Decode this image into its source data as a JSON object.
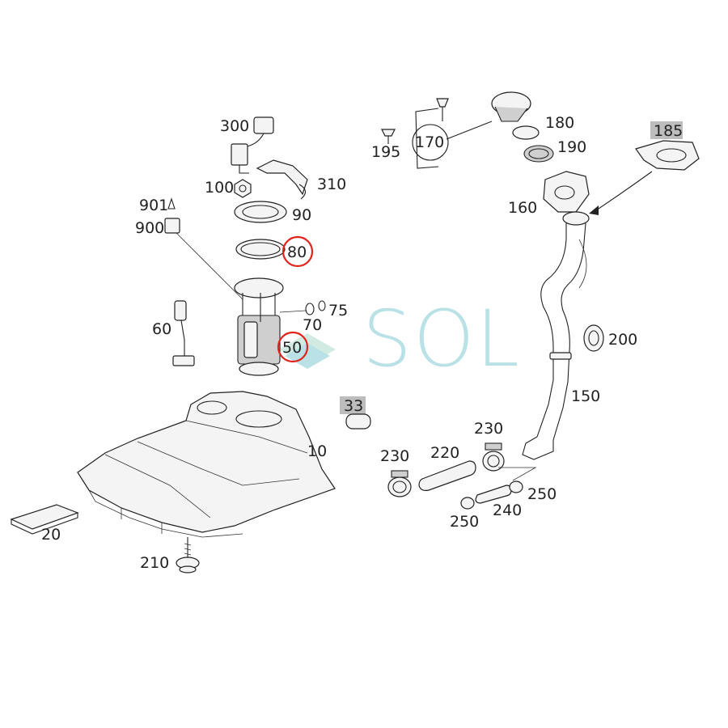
{
  "watermark": {
    "text": "SOL",
    "color": "#9ed7dc"
  },
  "highlight_colors": {
    "circle": "#e2231a",
    "box": "#bdbdbd"
  },
  "labels": {
    "p300": "300",
    "p310": "310",
    "p100": "100",
    "p90": "90",
    "p901": "901",
    "p900": "900",
    "p80": "80",
    "p75": "75",
    "p70": "70",
    "p60": "60",
    "p50": "50",
    "p33": "33",
    "p10": "10",
    "p20": "20",
    "p210": "210",
    "p195": "195",
    "p170": "170",
    "p180": "180",
    "p190": "190",
    "p160": "160",
    "p185": "185",
    "p200": "200",
    "p150": "150",
    "p230a": "230",
    "p230b": "230",
    "p220": "220",
    "p250a": "250",
    "p250b": "250",
    "p240": "240"
  }
}
